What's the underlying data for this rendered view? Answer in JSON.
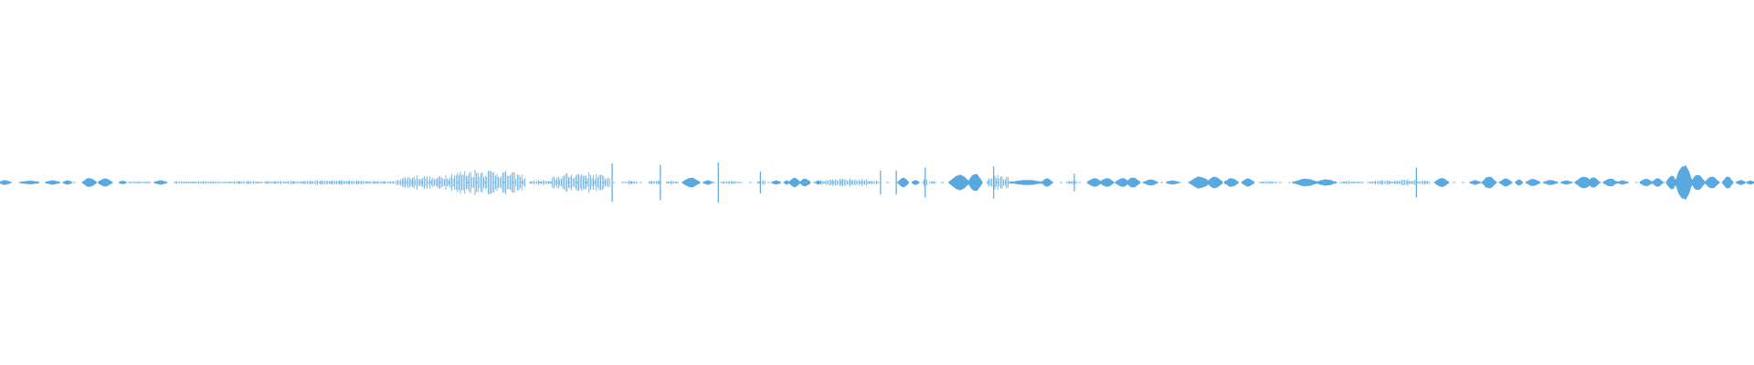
{
  "waveform": {
    "color": "#5aa8e0",
    "max_amplitude": 1.0,
    "segments": [
      {
        "start": 0.0,
        "end": 0.006,
        "amp": 0.12,
        "kind": "blob"
      },
      {
        "start": 0.012,
        "end": 0.022,
        "amp": 0.08,
        "kind": "blob"
      },
      {
        "start": 0.026,
        "end": 0.034,
        "amp": 0.1,
        "kind": "blob"
      },
      {
        "start": 0.036,
        "end": 0.041,
        "amp": 0.1,
        "kind": "blob"
      },
      {
        "start": 0.047,
        "end": 0.055,
        "amp": 0.22,
        "kind": "blob"
      },
      {
        "start": 0.056,
        "end": 0.064,
        "amp": 0.2,
        "kind": "blob"
      },
      {
        "start": 0.068,
        "end": 0.072,
        "amp": 0.08,
        "kind": "blob"
      },
      {
        "start": 0.074,
        "end": 0.086,
        "amp": 0.08,
        "kind": "dense"
      },
      {
        "start": 0.088,
        "end": 0.095,
        "amp": 0.1,
        "kind": "blob"
      },
      {
        "start": 0.1,
        "end": 0.125,
        "amp": 0.08,
        "kind": "dense"
      },
      {
        "start": 0.127,
        "end": 0.15,
        "amp": 0.09,
        "kind": "dense"
      },
      {
        "start": 0.151,
        "end": 0.225,
        "amp": 0.12,
        "kind": "dense"
      },
      {
        "start": 0.226,
        "end": 0.25,
        "amp": 0.38,
        "kind": "dense"
      },
      {
        "start": 0.25,
        "end": 0.3,
        "amp": 0.7,
        "kind": "dense"
      },
      {
        "start": 0.302,
        "end": 0.315,
        "amp": 0.12,
        "kind": "dense"
      },
      {
        "start": 0.315,
        "end": 0.348,
        "amp": 0.55,
        "kind": "dense"
      },
      {
        "start": 0.348,
        "end": 0.35,
        "amp": 0.95,
        "kind": "spike"
      },
      {
        "start": 0.356,
        "end": 0.364,
        "amp": 0.1,
        "kind": "dense"
      },
      {
        "start": 0.37,
        "end": 0.377,
        "amp": 0.14,
        "kind": "dense"
      },
      {
        "start": 0.376,
        "end": 0.377,
        "amp": 0.88,
        "kind": "spike"
      },
      {
        "start": 0.38,
        "end": 0.386,
        "amp": 0.1,
        "kind": "dense"
      },
      {
        "start": 0.389,
        "end": 0.399,
        "amp": 0.24,
        "kind": "blob"
      },
      {
        "start": 0.401,
        "end": 0.406,
        "amp": 0.1,
        "kind": "blob"
      },
      {
        "start": 0.409,
        "end": 0.41,
        "amp": 1.0,
        "kind": "spike"
      },
      {
        "start": 0.411,
        "end": 0.422,
        "amp": 0.08,
        "kind": "dense"
      },
      {
        "start": 0.432,
        "end": 0.437,
        "amp": 0.12,
        "kind": "dense"
      },
      {
        "start": 0.433,
        "end": 0.434,
        "amp": 0.55,
        "kind": "spike"
      },
      {
        "start": 0.44,
        "end": 0.445,
        "amp": 0.1,
        "kind": "blob"
      },
      {
        "start": 0.447,
        "end": 0.45,
        "amp": 0.1,
        "kind": "blob"
      },
      {
        "start": 0.45,
        "end": 0.456,
        "amp": 0.25,
        "kind": "blob"
      },
      {
        "start": 0.456,
        "end": 0.462,
        "amp": 0.2,
        "kind": "blob"
      },
      {
        "start": 0.465,
        "end": 0.468,
        "amp": 0.1,
        "kind": "blob"
      },
      {
        "start": 0.468,
        "end": 0.5,
        "amp": 0.2,
        "kind": "dense"
      },
      {
        "start": 0.501,
        "end": 0.503,
        "amp": 0.6,
        "kind": "spike"
      },
      {
        "start": 0.51,
        "end": 0.512,
        "amp": 0.6,
        "kind": "spike"
      },
      {
        "start": 0.512,
        "end": 0.518,
        "amp": 0.25,
        "kind": "blob"
      },
      {
        "start": 0.52,
        "end": 0.524,
        "amp": 0.12,
        "kind": "blob"
      },
      {
        "start": 0.526,
        "end": 0.529,
        "amp": 0.22,
        "kind": "dense"
      },
      {
        "start": 0.527,
        "end": 0.528,
        "amp": 0.75,
        "kind": "spike"
      },
      {
        "start": 0.53,
        "end": 0.534,
        "amp": 0.1,
        "kind": "dense"
      },
      {
        "start": 0.541,
        "end": 0.553,
        "amp": 0.38,
        "kind": "blob"
      },
      {
        "start": 0.552,
        "end": 0.56,
        "amp": 0.45,
        "kind": "blob"
      },
      {
        "start": 0.563,
        "end": 0.576,
        "amp": 0.4,
        "kind": "dense"
      },
      {
        "start": 0.566,
        "end": 0.567,
        "amp": 0.8,
        "kind": "spike"
      },
      {
        "start": 0.576,
        "end": 0.595,
        "amp": 0.12,
        "kind": "blob"
      },
      {
        "start": 0.594,
        "end": 0.6,
        "amp": 0.2,
        "kind": "blob"
      },
      {
        "start": 0.608,
        "end": 0.614,
        "amp": 0.12,
        "kind": "dense"
      },
      {
        "start": 0.612,
        "end": 0.613,
        "amp": 0.45,
        "kind": "spike"
      },
      {
        "start": 0.62,
        "end": 0.628,
        "amp": 0.22,
        "kind": "blob"
      },
      {
        "start": 0.627,
        "end": 0.635,
        "amp": 0.22,
        "kind": "blob"
      },
      {
        "start": 0.636,
        "end": 0.644,
        "amp": 0.22,
        "kind": "blob"
      },
      {
        "start": 0.642,
        "end": 0.65,
        "amp": 0.25,
        "kind": "blob"
      },
      {
        "start": 0.652,
        "end": 0.66,
        "amp": 0.15,
        "kind": "blob"
      },
      {
        "start": 0.665,
        "end": 0.672,
        "amp": 0.1,
        "kind": "blob"
      },
      {
        "start": 0.678,
        "end": 0.69,
        "amp": 0.3,
        "kind": "blob"
      },
      {
        "start": 0.688,
        "end": 0.697,
        "amp": 0.3,
        "kind": "blob"
      },
      {
        "start": 0.698,
        "end": 0.706,
        "amp": 0.22,
        "kind": "blob"
      },
      {
        "start": 0.708,
        "end": 0.715,
        "amp": 0.2,
        "kind": "blob"
      },
      {
        "start": 0.718,
        "end": 0.728,
        "amp": 0.08,
        "kind": "dense"
      },
      {
        "start": 0.737,
        "end": 0.752,
        "amp": 0.18,
        "kind": "blob"
      },
      {
        "start": 0.75,
        "end": 0.762,
        "amp": 0.15,
        "kind": "blob"
      },
      {
        "start": 0.764,
        "end": 0.776,
        "amp": 0.08,
        "kind": "dense"
      },
      {
        "start": 0.78,
        "end": 0.796,
        "amp": 0.12,
        "kind": "dense"
      },
      {
        "start": 0.795,
        "end": 0.808,
        "amp": 0.18,
        "kind": "dense"
      },
      {
        "start": 0.807,
        "end": 0.808,
        "amp": 0.75,
        "kind": "spike"
      },
      {
        "start": 0.808,
        "end": 0.815,
        "amp": 0.12,
        "kind": "dense"
      },
      {
        "start": 0.818,
        "end": 0.826,
        "amp": 0.22,
        "kind": "blob"
      },
      {
        "start": 0.838,
        "end": 0.844,
        "amp": 0.1,
        "kind": "blob"
      },
      {
        "start": 0.845,
        "end": 0.853,
        "amp": 0.3,
        "kind": "blob"
      },
      {
        "start": 0.855,
        "end": 0.862,
        "amp": 0.2,
        "kind": "blob"
      },
      {
        "start": 0.864,
        "end": 0.868,
        "amp": 0.15,
        "kind": "blob"
      },
      {
        "start": 0.87,
        "end": 0.878,
        "amp": 0.18,
        "kind": "blob"
      },
      {
        "start": 0.88,
        "end": 0.888,
        "amp": 0.12,
        "kind": "blob"
      },
      {
        "start": 0.89,
        "end": 0.896,
        "amp": 0.1,
        "kind": "blob"
      },
      {
        "start": 0.898,
        "end": 0.908,
        "amp": 0.3,
        "kind": "blob"
      },
      {
        "start": 0.905,
        "end": 0.912,
        "amp": 0.25,
        "kind": "blob"
      },
      {
        "start": 0.914,
        "end": 0.922,
        "amp": 0.2,
        "kind": "blob"
      },
      {
        "start": 0.922,
        "end": 0.928,
        "amp": 0.1,
        "kind": "blob"
      },
      {
        "start": 0.935,
        "end": 0.942,
        "amp": 0.18,
        "kind": "blob"
      },
      {
        "start": 0.942,
        "end": 0.948,
        "amp": 0.22,
        "kind": "blob"
      },
      {
        "start": 0.95,
        "end": 0.956,
        "amp": 0.35,
        "kind": "blob"
      },
      {
        "start": 0.955,
        "end": 0.965,
        "amp": 0.9,
        "kind": "blob"
      },
      {
        "start": 0.964,
        "end": 0.972,
        "amp": 0.4,
        "kind": "blob"
      },
      {
        "start": 0.972,
        "end": 0.98,
        "amp": 0.3,
        "kind": "blob"
      },
      {
        "start": 0.982,
        "end": 0.988,
        "amp": 0.3,
        "kind": "blob"
      },
      {
        "start": 0.99,
        "end": 0.995,
        "amp": 0.12,
        "kind": "blob"
      },
      {
        "start": 0.996,
        "end": 1.0,
        "amp": 0.1,
        "kind": "blob"
      }
    ]
  }
}
